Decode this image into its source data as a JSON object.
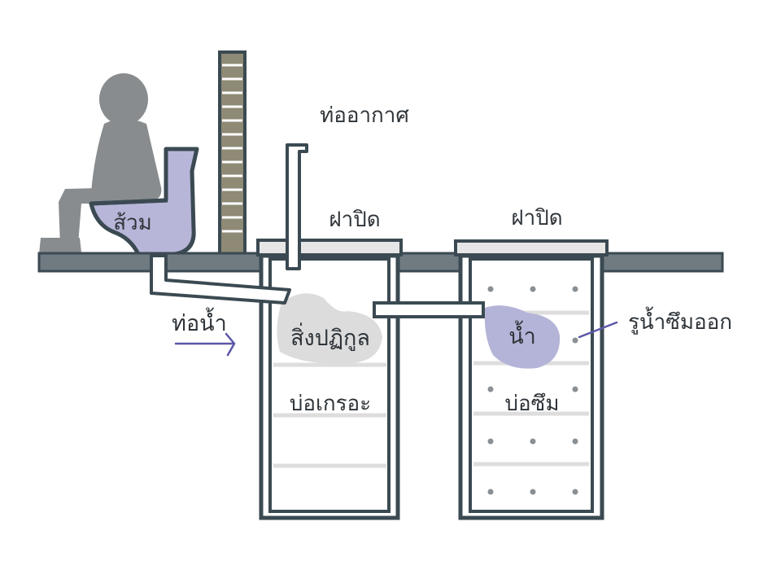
{
  "labels": {
    "toilet": "ส้วม",
    "air_pipe": "ท่ออากาศ",
    "lid_left": "ฝาปิด",
    "lid_right": "ฝาปิด",
    "water_pipe": "ท่อน้ำ",
    "waste": "สิ่งปฏิกูล",
    "septic_tank": "บ่อเกรอะ",
    "water": "น้ำ",
    "seepage_holes": "รูน้ำซึมออก",
    "seepage_pit": "บ่อซึม"
  },
  "colors": {
    "outline": "#3b4a52",
    "ground": "#6f7b80",
    "silhouette": "#888c8e",
    "toilet_fill": "#b7b6d9",
    "wall_brick": "#8e8a75",
    "waste_blob": "#dcdcdc",
    "water_blob": "#b4b4d8",
    "arrow": "#5c57a8",
    "tank_fill": "#ffffff",
    "tank_bands": "#dddddd",
    "holes": "#8a8f93"
  }
}
